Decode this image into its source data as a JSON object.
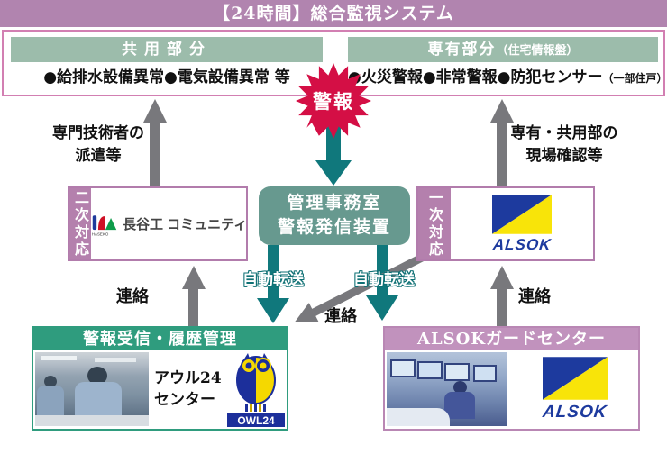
{
  "title": "【24時間】総合監視システム",
  "top_panel": {
    "common": {
      "header": "共用部分",
      "items": "●給排水設備異常●電気設備異常 等"
    },
    "private": {
      "header": "専有部分",
      "header_sub": "（住宅情報盤）",
      "items_main": "●火災警報●非常警報●防犯センサー",
      "items_sub": "（一部住戸）"
    }
  },
  "alarm_burst": "警報",
  "flows": {
    "left_up_line1": "専門技術者の",
    "left_up_line2": "派遣等",
    "right_up_line1": "専有・共用部の",
    "right_up_line2": "現場確認等",
    "auto_forward": "自動転送",
    "contact": "連絡"
  },
  "secondary_box": {
    "side_label": "二次対応",
    "company": "長谷工 コミュニティ",
    "logo_text": "HASEKO"
  },
  "control_box": {
    "line1": "管理事務室",
    "line2": "警報発信装置"
  },
  "primary_box": {
    "side_label": "一次対応",
    "logo_text": "ALSOK"
  },
  "owl_center_box": {
    "header": "警報受信・履歴管理",
    "name_line1": "アウル24",
    "name_line2": "センター",
    "badge": "OWL24"
  },
  "alsok_center_box": {
    "header": "ALSOKガードセンター",
    "logo_text": "ALSOK"
  },
  "colors": {
    "title_purple": "#b184af",
    "panel_border_pink": "#d27fb2",
    "section_green": "#9cbcab",
    "burst_red": "#d40f45",
    "teal_arrow": "#10787c",
    "control_box_green": "#67998f",
    "gray_arrow": "#78787c",
    "purple_strip": "#b480ad",
    "owl_header_green": "#2f9c7e",
    "alsok_header_purple": "#c192bd",
    "alsok_blue": "#1d3a9e",
    "alsok_yellow": "#f8e409"
  }
}
